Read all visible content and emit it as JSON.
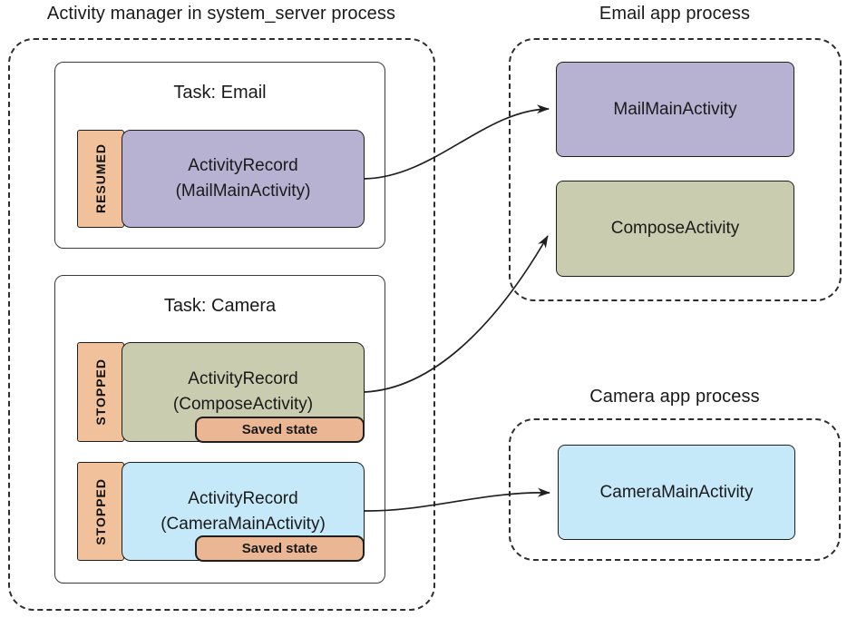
{
  "colors": {
    "purple": "#b7b1d2",
    "olive": "#c9ccae",
    "blue": "#c6e9fa",
    "tab_orange": "#f1c19c",
    "saved_orange": "#eab694",
    "line": "#222222"
  },
  "left_panel": {
    "title": "Activity manager in system_server process",
    "tasks": [
      {
        "title": "Task: Email",
        "records": [
          {
            "state": "RESUMED",
            "line1": "ActivityRecord",
            "line2": "(MailMainActivity)"
          }
        ]
      },
      {
        "title": "Task: Camera",
        "records": [
          {
            "state": "STOPPED",
            "line1": "ActivityRecord",
            "line2": "(ComposeActivity)",
            "saved_label": "Saved state"
          },
          {
            "state": "STOPPED",
            "line1": "ActivityRecord",
            "line2": "(CameraMainActivity)",
            "saved_label": "Saved state"
          }
        ]
      }
    ]
  },
  "right_panels": [
    {
      "title": "Email app process",
      "activities": [
        {
          "label": "MailMainActivity"
        },
        {
          "label": "ComposeActivity"
        }
      ]
    },
    {
      "title": "Camera app process",
      "activities": [
        {
          "label": "CameraMainActivity"
        }
      ]
    }
  ],
  "connections": [
    {
      "from": "ActivityRecord (MailMainActivity)",
      "to": "MailMainActivity"
    },
    {
      "from": "ActivityRecord (ComposeActivity)",
      "to": "ComposeActivity"
    },
    {
      "from": "ActivityRecord (CameraMainActivity)",
      "to": "CameraMainActivity"
    }
  ]
}
